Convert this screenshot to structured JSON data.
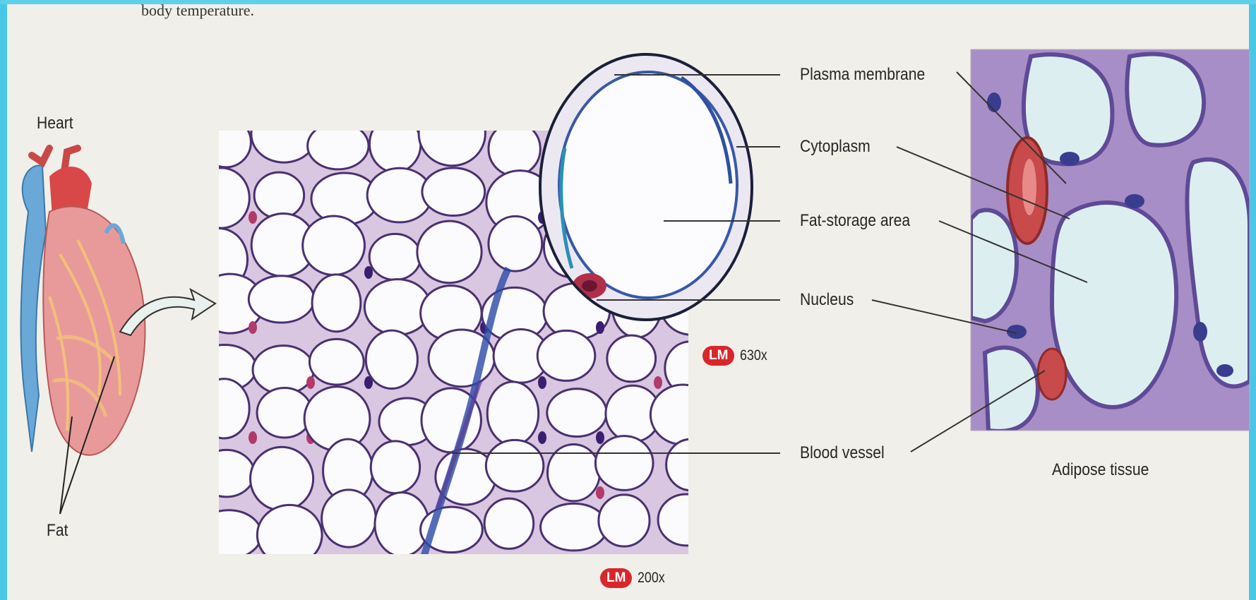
{
  "caption": "body temperature.",
  "labels": {
    "heart": "Heart",
    "fat": "Fat",
    "plasma_membrane": "Plasma membrane",
    "cytoplasm": "Cytoplasm",
    "fat_storage": "Fat-storage area",
    "nucleus": "Nucleus",
    "blood_vessel": "Blood vessel",
    "adipose_tissue": "Adipose tissue"
  },
  "micrographs": {
    "zoom": {
      "mode": "LM",
      "magnification": "630x"
    },
    "tissue": {
      "mode": "LM",
      "magnification": "200x"
    }
  },
  "colors": {
    "background": "#48c8e6",
    "panel": "#f1efe9",
    "badge": "#d8262b",
    "stain_purple": "#5a3c94",
    "cell_fill": "#dff0f3"
  }
}
